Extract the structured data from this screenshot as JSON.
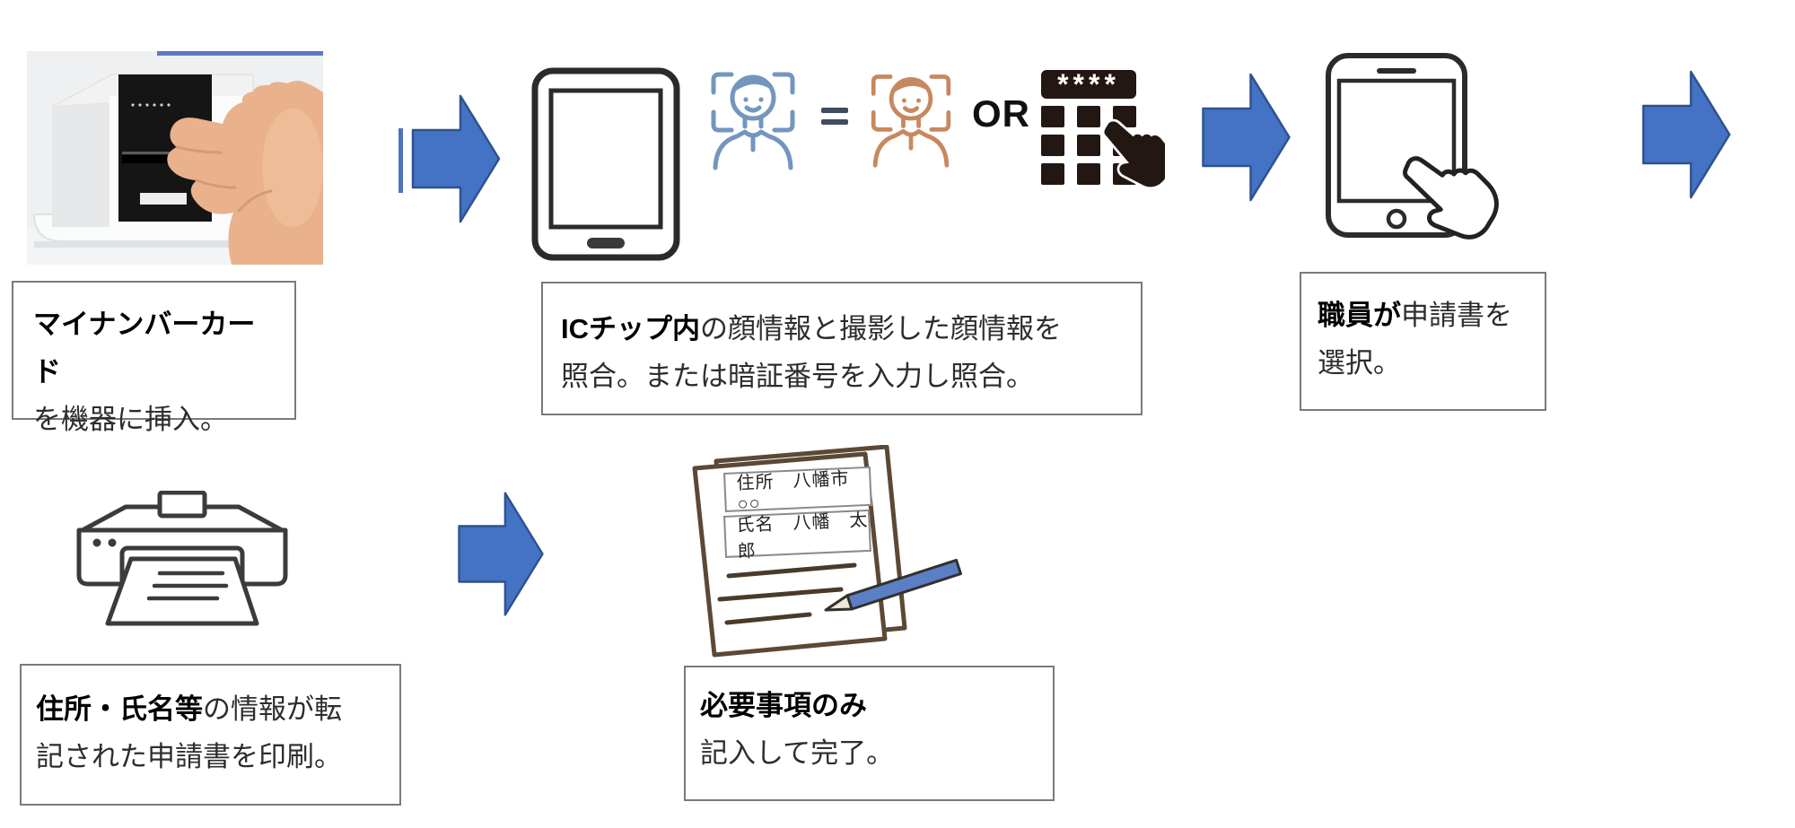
{
  "steps": {
    "step1": {
      "bold": "マイナンバーカード",
      "rest": "",
      "line2": "を機器に挿入。"
    },
    "step2": {
      "bold": "ICチップ内",
      "rest": "の顔情報と撮影した顔情報を",
      "line2": "照合。または暗証番号を入力し照合。"
    },
    "step3": {
      "bold": "職員が",
      "rest": "申請書を",
      "line2": "選択。"
    },
    "step4": {
      "bold": "住所・氏名等",
      "rest": "の情報が転",
      "line2": "記された申請書を印刷。"
    },
    "step5": {
      "bold": "必要事項のみ",
      "rest": "",
      "line2": "記入して完了。"
    }
  },
  "verification": {
    "or_label": "OR",
    "pin_display": "****"
  },
  "form_preview": {
    "address": "住所　八幡市○○",
    "name": "氏名　八幡　太郎"
  },
  "icons": {
    "photo": "card-reader-insert-photo",
    "arrow": "right-block-arrow-icon",
    "tablet": "tablet-icon",
    "face_capture": "face-scan-blue-icon",
    "equals": "equals-icon",
    "face_reference": "face-scan-orange-icon",
    "pin_pad": "pin-pad-icon",
    "smartphone": "smartphone-tap-icon",
    "printer": "printer-icon",
    "form": "application-form-pen-icon"
  },
  "colors": {
    "arrow_fill": "#4472C4",
    "arrow_border": "#2F528F",
    "face_capture_blue": "#7396BE",
    "face_reference_orange": "#C8885F",
    "equals_gray": "#3E4C5C",
    "pin_pad_black": "#221713",
    "pen_blue": "#5B7FC4",
    "sketch_brown": "#5C4836",
    "outline_dark": "#2B2B2B"
  }
}
